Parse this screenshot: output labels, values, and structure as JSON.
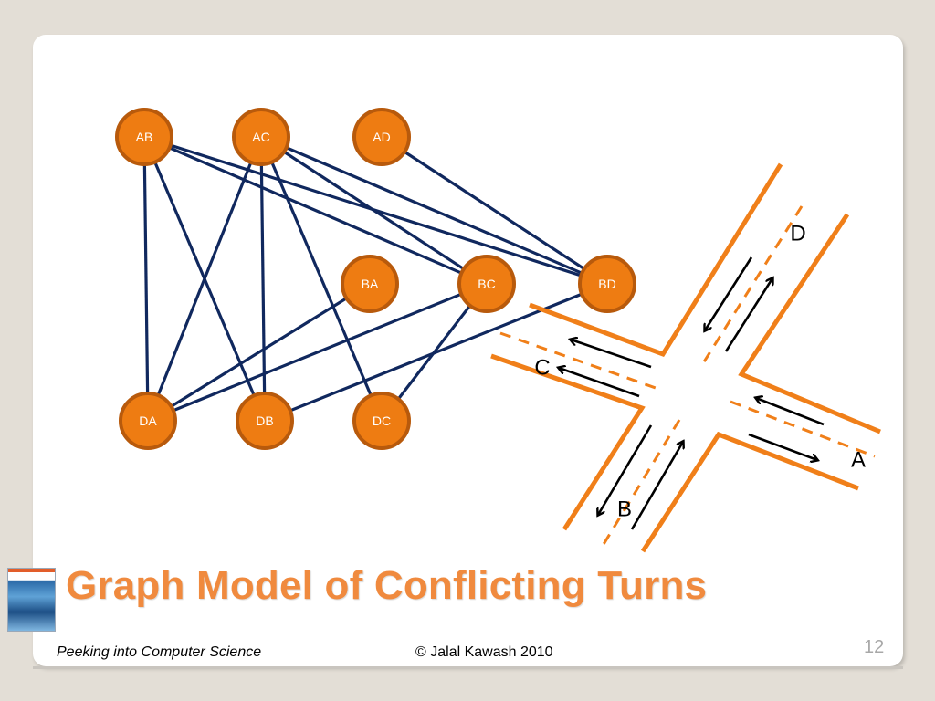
{
  "title": "Graph Model of Conflicting Turns",
  "footer": {
    "book": "Peeking into Computer Science",
    "copyright": "© Jalal Kawash 2010",
    "page_number": "12"
  },
  "colors": {
    "node_fill": "#ee7c12",
    "node_border": "#b85a0c",
    "edge": "#10285e",
    "road": "#f07f19",
    "title": "#f08a3e"
  },
  "graph": {
    "nodes": [
      "AB",
      "AC",
      "AD",
      "BA",
      "BC",
      "BD",
      "DA",
      "DB",
      "DC"
    ],
    "edges": [
      [
        "AB",
        "BC"
      ],
      [
        "AB",
        "BD"
      ],
      [
        "AB",
        "DA"
      ],
      [
        "AB",
        "DB"
      ],
      [
        "AC",
        "BC"
      ],
      [
        "AC",
        "BD"
      ],
      [
        "AC",
        "DA"
      ],
      [
        "AC",
        "DB"
      ],
      [
        "AC",
        "DC"
      ],
      [
        "AD",
        "BD"
      ],
      [
        "BA",
        "DA"
      ],
      [
        "BC",
        "DA"
      ],
      [
        "BC",
        "DC"
      ],
      [
        "BD",
        "DB"
      ]
    ]
  },
  "intersection": {
    "streets": [
      "A",
      "B",
      "C",
      "D"
    ],
    "icons": [
      "orange-road-edges",
      "orange-dashed-center-lines",
      "black-direction-arrows"
    ]
  }
}
